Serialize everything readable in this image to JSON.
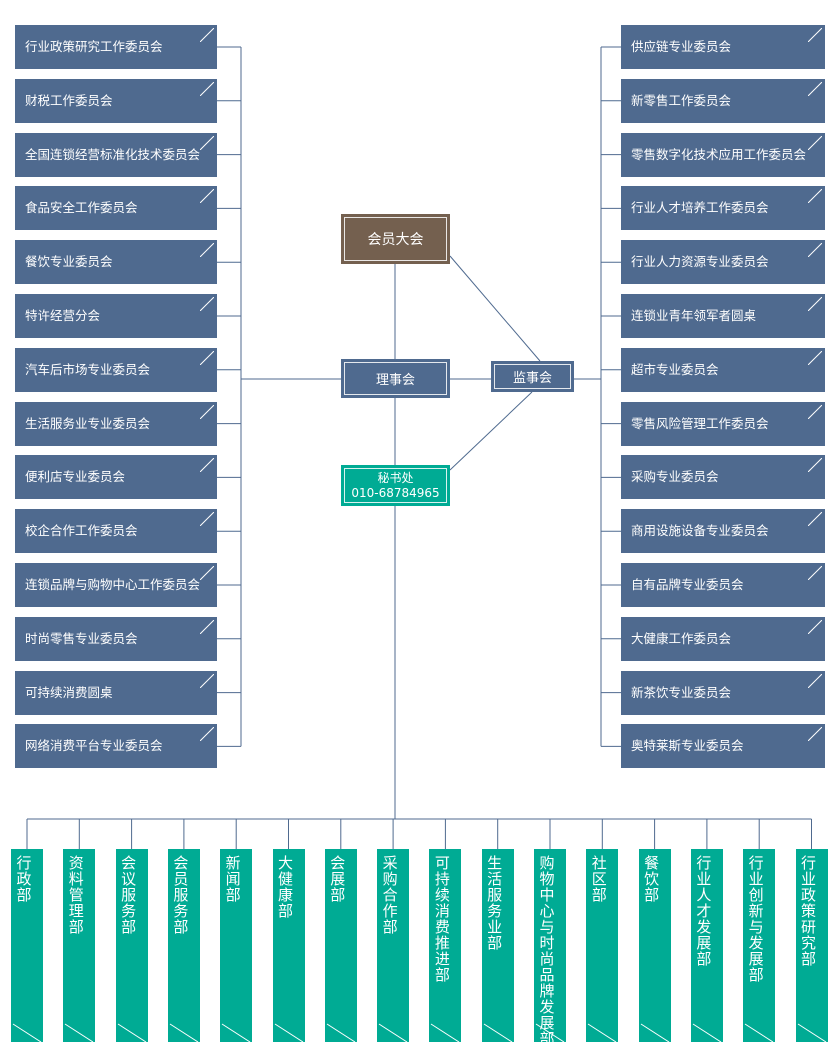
{
  "center": {
    "general_assembly": "会员大会",
    "council": "理事会",
    "supervisory_board": "监事会",
    "secretariat_title": "秘书处",
    "secretariat_phone": "010-68784965"
  },
  "left_committees": [
    "行业政策研究工作委员会",
    "财税工作委员会",
    "全国连锁经营标准化技术委员会",
    "食品安全工作委员会",
    "餐饮专业委员会",
    "特许经营分会",
    "汽车后市场专业委员会",
    "生活服务业专业委员会",
    "便利店专业委员会",
    "校企合作工作委员会",
    "连锁品牌与购物中心工作委员会",
    "时尚零售专业委员会",
    "可持续消费圆桌",
    "网络消费平台专业委员会"
  ],
  "right_committees": [
    "供应链专业委员会",
    "新零售工作委员会",
    "零售数字化技术应用工作委员会",
    "行业人才培养工作委员会",
    "行业人力资源专业委员会",
    "连锁业青年领军者圆桌",
    "超市专业委员会",
    "零售风险管理工作委员会",
    "采购专业委员会",
    "商用设施设备专业委员会",
    "自有品牌专业委员会",
    "大健康工作委员会",
    "新茶饮专业委员会",
    "奥特莱斯专业委员会"
  ],
  "departments": [
    "行政部",
    "资料管理部",
    "会议服务部",
    "会员服务部",
    "新闻部",
    "大健康部",
    "会展部",
    "采购合作部",
    "可持续消费推进部",
    "生活服务业部",
    "购物中心与时尚品牌发展部",
    "社区部",
    "餐饮部",
    "行业人才发展部",
    "行业创新与发展部",
    "行业政策研究部"
  ],
  "colors": {
    "committee_box": "#4f6a8f",
    "general_assembly": "#74604f",
    "secretariat": "#00ab94",
    "department": "#00ab94",
    "line": "#4f6a8f"
  }
}
